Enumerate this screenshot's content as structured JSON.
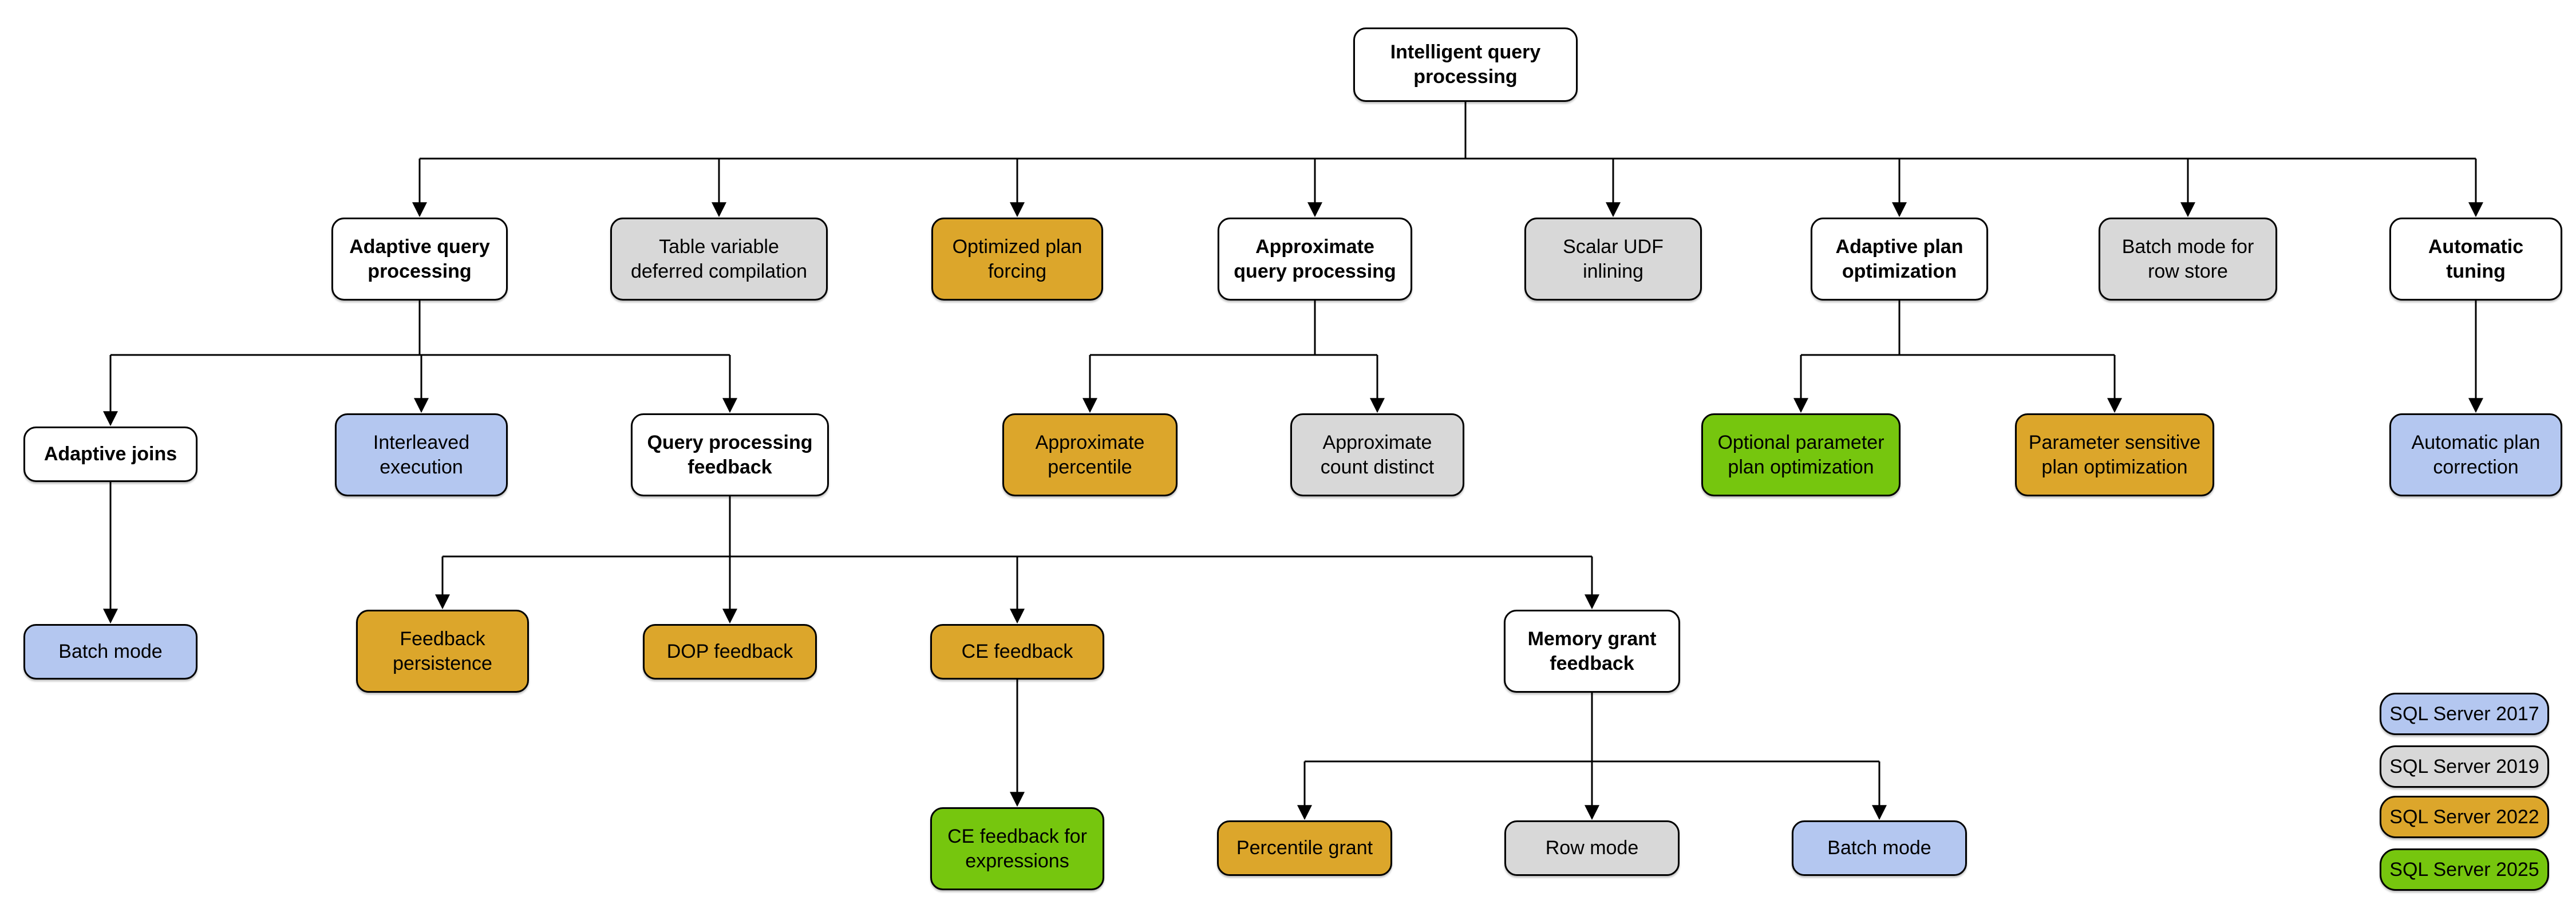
{
  "diagram": {
    "background": "#ffffff",
    "colors": {
      "category": "#ffffff",
      "sql2017": "#b4c7f0",
      "sql2019": "#d8d8d8",
      "sql2022": "#dca62b",
      "sql2025": "#76c60e"
    },
    "nodes": [
      {
        "id": "intelligent-query-processing",
        "label": "Intelligent query\nprocessing",
        "variant": "category"
      },
      {
        "id": "adaptive-query-processing",
        "label": "Adaptive query\nprocessing",
        "variant": "category"
      },
      {
        "id": "table-variable-deferred-compilation",
        "label": "Table variable\ndeferred compilation",
        "variant": "sql2019"
      },
      {
        "id": "optimized-plan-forcing",
        "label": "Optimized plan\nforcing",
        "variant": "sql2022"
      },
      {
        "id": "approximate-query-processing",
        "label": "Approximate\nquery processing",
        "variant": "category"
      },
      {
        "id": "scalar-udf-inlining",
        "label": "Scalar UDF\ninlining",
        "variant": "sql2019"
      },
      {
        "id": "adaptive-plan-optimization",
        "label": "Adaptive plan\noptimization",
        "variant": "category"
      },
      {
        "id": "batch-mode-for-row-store",
        "label": "Batch mode for\nrow store",
        "variant": "sql2019"
      },
      {
        "id": "automatic-tuning",
        "label": "Automatic\ntuning",
        "variant": "category"
      },
      {
        "id": "adaptive-joins",
        "label": "Adaptive joins",
        "variant": "category"
      },
      {
        "id": "interleaved-execution",
        "label": "Interleaved\nexecution",
        "variant": "sql2017"
      },
      {
        "id": "query-processing-feedback",
        "label": "Query processing\nfeedback",
        "variant": "category"
      },
      {
        "id": "approximate-percentile",
        "label": "Approximate\npercentile",
        "variant": "sql2022"
      },
      {
        "id": "approximate-count-distinct",
        "label": "Approximate\ncount distinct",
        "variant": "sql2019"
      },
      {
        "id": "optional-parameter-plan-optimization",
        "label": "Optional parameter\nplan optimization",
        "variant": "sql2025"
      },
      {
        "id": "parameter-sensitive-plan-optimization",
        "label": "Parameter sensitive\nplan optimization",
        "variant": "sql2022"
      },
      {
        "id": "automatic-plan-correction",
        "label": "Automatic plan\ncorrection",
        "variant": "sql2017"
      },
      {
        "id": "batch-mode-adaptive-joins",
        "label": "Batch mode",
        "variant": "sql2017"
      },
      {
        "id": "feedback-persistence",
        "label": "Feedback\npersistence",
        "variant": "sql2022"
      },
      {
        "id": "dop-feedback",
        "label": "DOP feedback",
        "variant": "sql2022"
      },
      {
        "id": "ce-feedback",
        "label": "CE feedback",
        "variant": "sql2022"
      },
      {
        "id": "memory-grant-feedback",
        "label": "Memory grant\nfeedback",
        "variant": "category"
      },
      {
        "id": "ce-feedback-for-expressions",
        "label": "CE feedback for\nexpressions",
        "variant": "sql2025"
      },
      {
        "id": "percentile-grant",
        "label": "Percentile grant",
        "variant": "sql2022"
      },
      {
        "id": "row-mode",
        "label": "Row mode",
        "variant": "sql2019"
      },
      {
        "id": "batch-mode-memory-grant",
        "label": "Batch mode",
        "variant": "sql2017"
      }
    ],
    "edges": [
      [
        "intelligent-query-processing",
        "adaptive-query-processing"
      ],
      [
        "intelligent-query-processing",
        "table-variable-deferred-compilation"
      ],
      [
        "intelligent-query-processing",
        "optimized-plan-forcing"
      ],
      [
        "intelligent-query-processing",
        "approximate-query-processing"
      ],
      [
        "intelligent-query-processing",
        "scalar-udf-inlining"
      ],
      [
        "intelligent-query-processing",
        "adaptive-plan-optimization"
      ],
      [
        "intelligent-query-processing",
        "batch-mode-for-row-store"
      ],
      [
        "intelligent-query-processing",
        "automatic-tuning"
      ],
      [
        "adaptive-query-processing",
        "adaptive-joins"
      ],
      [
        "adaptive-query-processing",
        "interleaved-execution"
      ],
      [
        "adaptive-query-processing",
        "query-processing-feedback"
      ],
      [
        "adaptive-joins",
        "batch-mode-adaptive-joins"
      ],
      [
        "query-processing-feedback",
        "feedback-persistence"
      ],
      [
        "query-processing-feedback",
        "dop-feedback"
      ],
      [
        "query-processing-feedback",
        "ce-feedback"
      ],
      [
        "query-processing-feedback",
        "memory-grant-feedback"
      ],
      [
        "ce-feedback",
        "ce-feedback-for-expressions"
      ],
      [
        "memory-grant-feedback",
        "percentile-grant"
      ],
      [
        "memory-grant-feedback",
        "row-mode"
      ],
      [
        "memory-grant-feedback",
        "batch-mode-memory-grant"
      ],
      [
        "approximate-query-processing",
        "approximate-percentile"
      ],
      [
        "approximate-query-processing",
        "approximate-count-distinct"
      ],
      [
        "adaptive-plan-optimization",
        "optional-parameter-plan-optimization"
      ],
      [
        "adaptive-plan-optimization",
        "parameter-sensitive-plan-optimization"
      ],
      [
        "automatic-tuning",
        "automatic-plan-correction"
      ]
    ],
    "legend": [
      {
        "label": "SQL Server 2017",
        "variant": "sql2017"
      },
      {
        "label": "SQL Server 2019",
        "variant": "sql2019"
      },
      {
        "label": "SQL Server 2022",
        "variant": "sql2022"
      },
      {
        "label": "SQL Server 2025",
        "variant": "sql2025"
      }
    ]
  }
}
